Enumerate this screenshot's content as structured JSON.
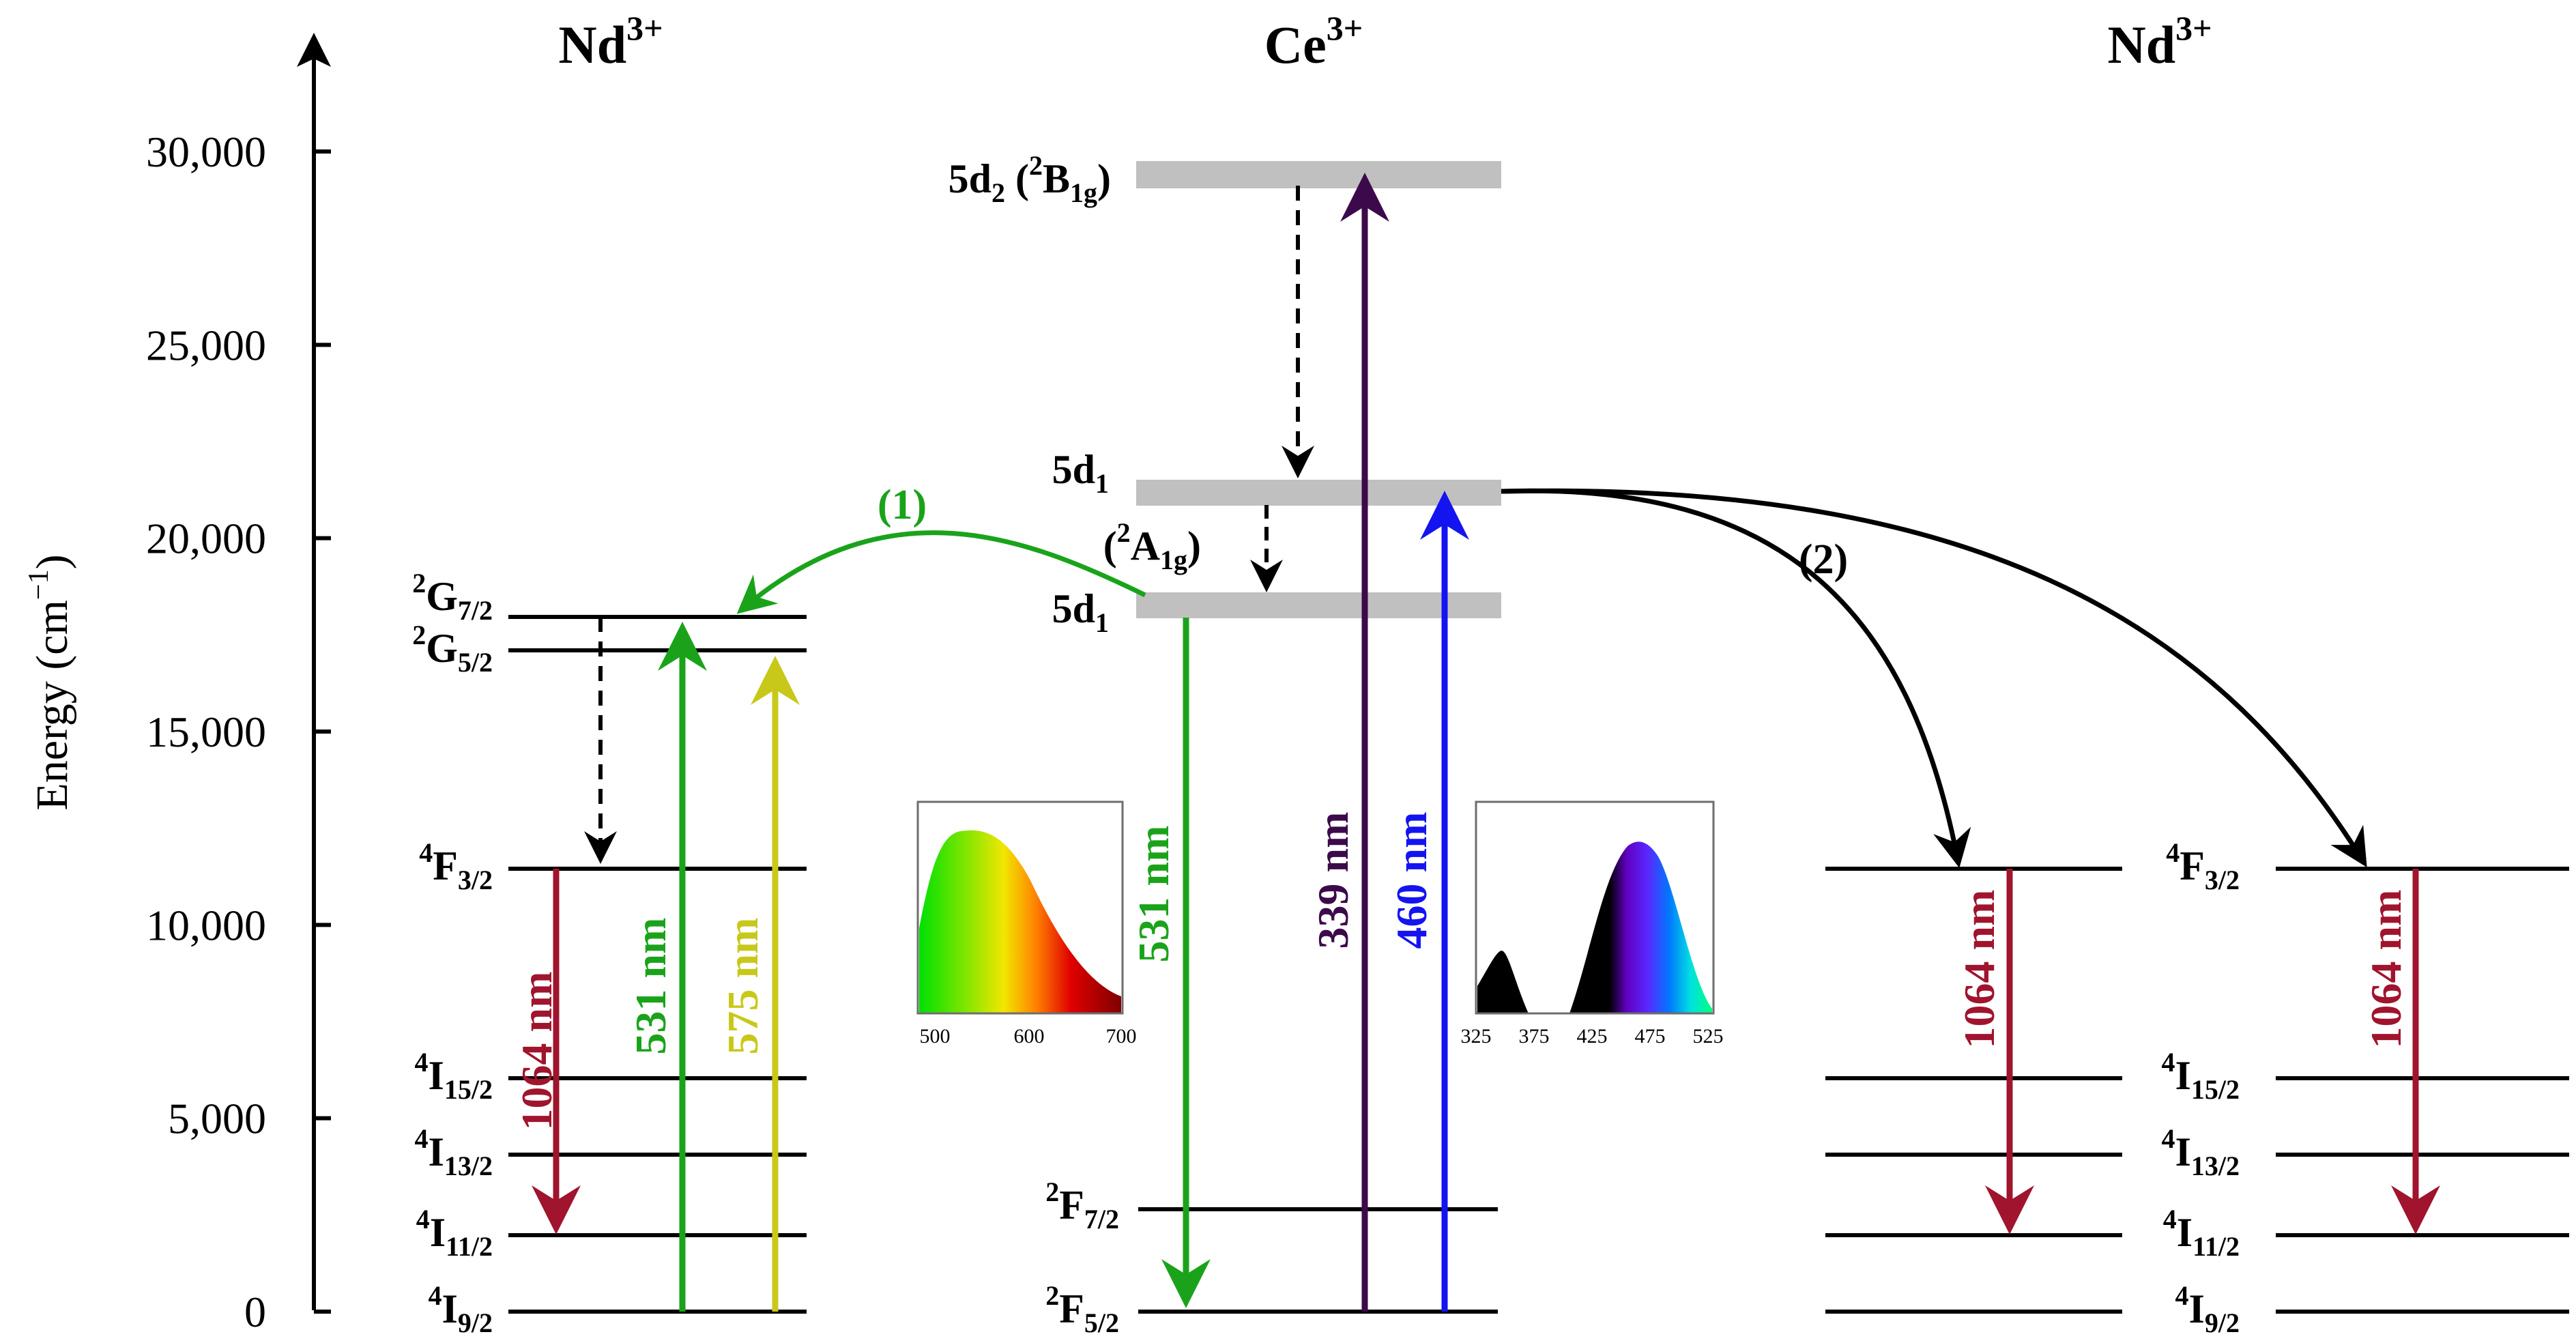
{
  "axis": {
    "ylabel": "Energy (cm",
    "ylabel_sup": "−1",
    "ylabel_close": ")",
    "ticks": [
      {
        "value": 0,
        "label": "0"
      },
      {
        "value": 5000,
        "label": "5,000"
      },
      {
        "value": 10000,
        "label": "10,000"
      },
      {
        "value": 15000,
        "label": "15,000"
      },
      {
        "value": 20000,
        "label": "20,000"
      },
      {
        "value": 25000,
        "label": "25,000"
      },
      {
        "value": 30000,
        "label": "30,000"
      }
    ]
  },
  "ions": {
    "left": {
      "base": "Nd",
      "sup": "3+"
    },
    "center": {
      "base": "Ce",
      "sup": "3+"
    },
    "right": {
      "base": "Nd",
      "sup": "3+"
    }
  },
  "levels": {
    "left": [
      {
        "base": "4",
        "term": "I",
        "sub": "9/2"
      },
      {
        "base": "4",
        "term": "I",
        "sub": "11/2"
      },
      {
        "base": "4",
        "term": "I",
        "sub": "13/2"
      },
      {
        "base": "4",
        "term": "I",
        "sub": "15/2"
      },
      {
        "base": "4",
        "term": "F",
        "sub": "3/2"
      },
      {
        "base": "2",
        "term": "G",
        "sub": "5/2"
      },
      {
        "base": "2",
        "term": "G",
        "sub": "7/2"
      }
    ],
    "center": {
      "f52": {
        "base": "2",
        "term": "F",
        "sub": "5/2"
      },
      "f72": {
        "base": "2",
        "term": "F",
        "sub": "7/2"
      },
      "d1_lower": {
        "term": "5d",
        "sub": "1"
      },
      "d1_upper": {
        "term": "5d",
        "sub": "1"
      },
      "a1g": {
        "open": "(",
        "sup": "2",
        "term": "A",
        "sub": "1g",
        "close": ")"
      },
      "d2": {
        "term": "5d",
        "sub": "2",
        "open": " (",
        "sup": "2",
        "sym": "B",
        "sym_sub": "1g",
        "close": ")"
      }
    },
    "right": [
      {
        "base": "4",
        "term": "I",
        "sub": "9/2"
      },
      {
        "base": "4",
        "term": "I",
        "sub": "11/2"
      },
      {
        "base": "4",
        "term": "I",
        "sub": "13/2"
      },
      {
        "base": "4",
        "term": "I",
        "sub": "15/2"
      },
      {
        "base": "4",
        "term": "F",
        "sub": "3/2"
      }
    ]
  },
  "transitions": {
    "nd_left_1064": "1064 nm",
    "nd_left_531": "531 nm",
    "nd_left_575": "575 nm",
    "ce_531": "531 nm",
    "ce_339": "339 nm",
    "ce_460": "460 nm",
    "nd_right1_1064": "1064 nm",
    "nd_right2_1064": "1064 nm"
  },
  "transfer": {
    "path1": "(1)",
    "path2": "(2)"
  },
  "insets": {
    "emission": {
      "ticks": [
        "500",
        "600",
        "700"
      ]
    },
    "excitation": {
      "ticks": [
        "325",
        "375",
        "425",
        "475",
        "525"
      ]
    }
  },
  "colors": {
    "green": "#1aa31a",
    "yellow": "#c8c81a",
    "dark_red": "#a0142d",
    "purple": "#3c0a4b",
    "blue": "#1414f0",
    "band_gray": "#c0c0c0"
  }
}
